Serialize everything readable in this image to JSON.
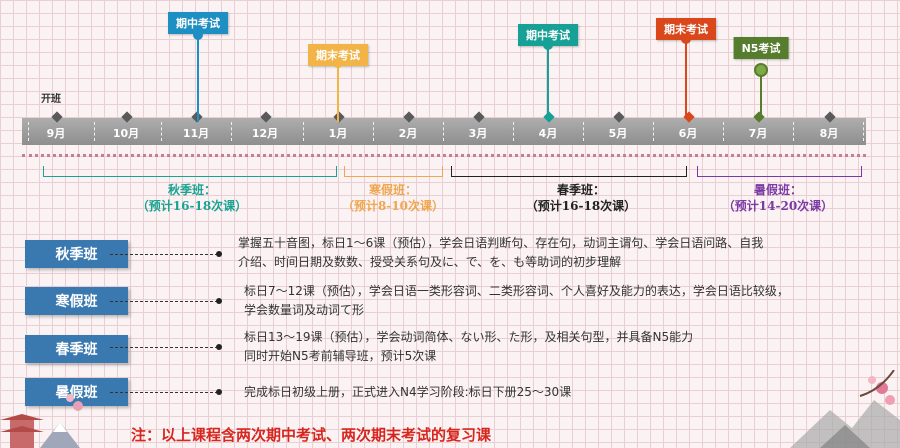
{
  "timeline": {
    "start_label": "开班",
    "months": [
      "9月",
      "10月",
      "11月",
      "12月",
      "1月",
      "2月",
      "3月",
      "4月",
      "5月",
      "6月",
      "7月",
      "8月"
    ]
  },
  "markers": [
    {
      "label": "期中考试",
      "color": "#1e8fc2",
      "month_index": 2
    },
    {
      "label": "期末考试",
      "color": "#f2b347",
      "month_index": 4
    },
    {
      "label": "期中考试",
      "color": "#17a095",
      "month_index": 7
    },
    {
      "label": "期末考试",
      "color": "#d9471b",
      "month_index": 9
    },
    {
      "label": "N5考试",
      "color": "#567d2d",
      "month_index": 10
    }
  ],
  "terms": [
    {
      "name": "秋季班：",
      "estimate": "（预计16-18次课）",
      "color": "#1aa392"
    },
    {
      "name": "寒假班：",
      "estimate": "（预计8-10次课）",
      "color": "#f0a64e"
    },
    {
      "name": "春季班：",
      "estimate": "（预计16-18次课）",
      "color": "#222222"
    },
    {
      "name": "暑假班：",
      "estimate": "（预计14-20次课）",
      "color": "#7b39a5"
    }
  ],
  "rows": [
    {
      "button": "秋季班",
      "lines": [
        "掌握五十音图，标日1～6课（预估），学会日语判断句、存在句，动词主谓句、学会日语问路、自我",
        "介绍、时间日期及数数、授受关系句及に、で、を、も等助词的初步理解"
      ]
    },
    {
      "button": "寒假班",
      "lines": [
        "标日7～12课（预估），学会日语一类形容词、二类形容词、个人喜好及能力的表达，学会日语比较级，",
        "学会数量词及动词て形"
      ]
    },
    {
      "button": "春季班",
      "lines": [
        "标日13～19课（预估），学会动词简体、ない形、た形，及相关句型，并具备N5能力",
        "同时开始N5考前辅导班，预计5次课"
      ]
    },
    {
      "button": "暑假班",
      "lines": [
        "完成标日初级上册，正式进入N4学习阶段:标日下册25～30课"
      ]
    }
  ],
  "note": "注：以上课程含两次期中考试、两次期末考试的复习课"
}
